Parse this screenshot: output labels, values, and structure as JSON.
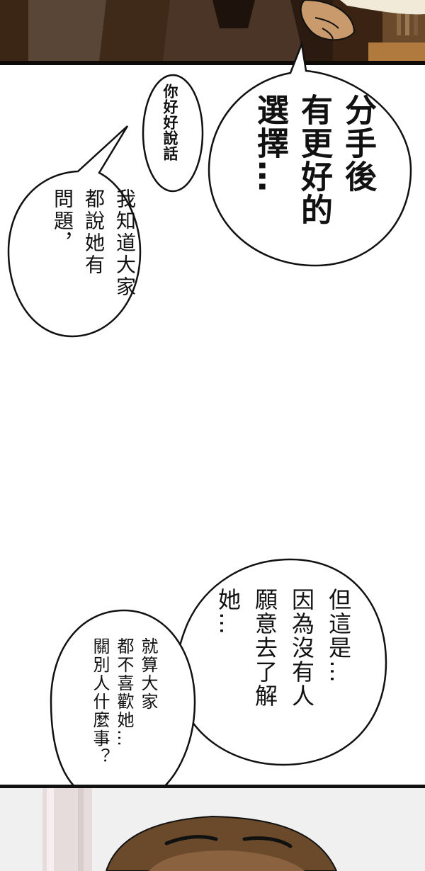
{
  "bubbles": {
    "small_top": {
      "text": "你好好說話"
    },
    "big_right": {
      "lines": [
        "分手後",
        "有更好的",
        "選擇…"
      ]
    },
    "left": {
      "lines": [
        "我知道大家",
        "都說她有",
        "問題，"
      ]
    },
    "lower_right": {
      "lines": [
        "但這是…",
        "因為沒有人",
        "願意去了解",
        "她…"
      ]
    },
    "lower_left": {
      "lines": [
        "就算大家",
        "都不喜歡她…",
        "關別人什麼事？"
      ]
    }
  },
  "colors": {
    "ink": "#111111",
    "top_panel_bg": "#2a1a0f",
    "skin": "#c99a6b",
    "hair": "#6b4a2b",
    "bottom_panel_bg": "#f1f0f0"
  }
}
